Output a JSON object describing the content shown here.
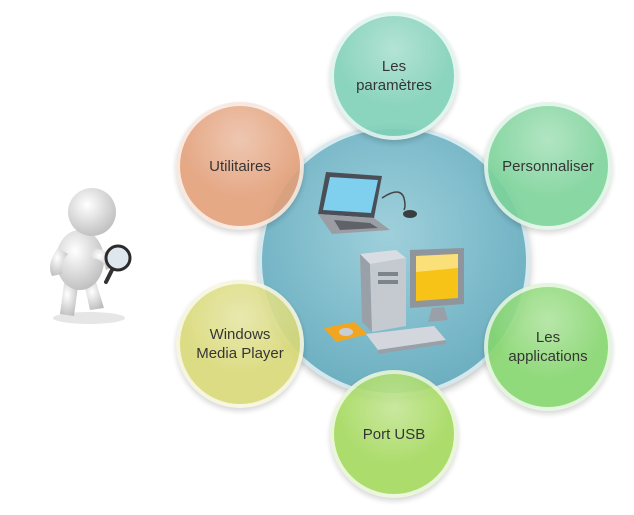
{
  "diagram": {
    "hub": {
      "color": "#7ab9c9"
    },
    "petals": [
      {
        "id": "parametres",
        "label": "Les paramètres",
        "color": "#7fd0b8"
      },
      {
        "id": "personnaliser",
        "label": "Personnaliser",
        "color": "#7dd39a"
      },
      {
        "id": "applications",
        "label": "Les applications",
        "color": "#86d66e"
      },
      {
        "id": "port-usb",
        "label": "Port USB",
        "color": "#a4d95c"
      },
      {
        "id": "windows-media",
        "label": "Windows Media Player",
        "color": "#d9d977"
      },
      {
        "id": "utilitaires",
        "label": "Utilitaires",
        "color": "#e3a07a"
      }
    ]
  },
  "images": {
    "person": "person-with-magnifier-icon",
    "laptop": "laptop-icon",
    "desktop": "desktop-computer-icon"
  }
}
